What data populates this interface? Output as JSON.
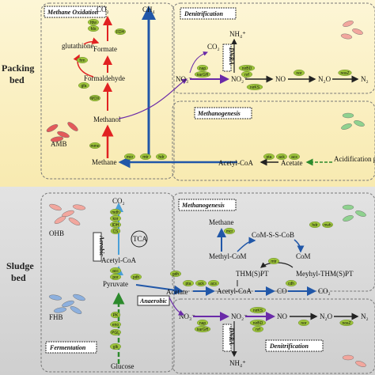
{
  "sections": {
    "packing": "Packing\nbed",
    "sludge": "Sludge\nbed"
  },
  "boxes": {
    "methane_oxidation": "Methane Oxidation",
    "denitrification_top": "Denitrification",
    "methanogenesis_top": "Methanogenesis",
    "methanogenesis_bottom": "Methanogenesis",
    "fermentation": "Fermentation",
    "denitrification_bottom": "Denitrification"
  },
  "top": {
    "co2": "CO₂",
    "ch4": "CH₄",
    "formate": "Formate",
    "glutathione": "glutathione",
    "formaldehyde": "Formaldehyde",
    "methanol": "Methanol",
    "methane": "Methane",
    "acetyl_coa": "Acetyl-CoA",
    "acetate": "Acetate",
    "acidification": "Acidification products",
    "amb": "AMB",
    "no3": "NO₃⁻",
    "no2": "NO₂⁻",
    "no": "NO",
    "n2o": "N₂O",
    "n2": "N₂",
    "nh4": "NH₄⁺",
    "co2_dn": "CO₂",
    "dnra": "DNRA"
  },
  "top_pills": {
    "fdw": "fdw",
    "fds": "fds",
    "fdh": "FDH",
    "frm": "frm",
    "gfa": "gfa",
    "mox": "MOX",
    "mmo": "mmo",
    "mcr": "mcr",
    "mtr": "mtr",
    "hdr": "hdr",
    "pta": "pta",
    "ack": "ack",
    "acs": "acs",
    "nap": "nap",
    "narGH": "narGH",
    "nirBD": "nirBD",
    "nrf": "nrf",
    "nirKS": "nirKS",
    "nor": "nor",
    "nosZ": "nosZ"
  },
  "bottom": {
    "ohb": "OHB",
    "fhb": "FHB",
    "co2": "CO₂",
    "tca": "TCA",
    "aerobic": "Aerobic",
    "anaerobic": "Anaerobic",
    "acetyl_coa": "Acetyl-CoA",
    "pyruvate": "Pyruvate",
    "glucose": "Glucose",
    "acetate": "Acetate",
    "acetyl_coa2": "Acetyl-CoA",
    "co": "CO",
    "co2_r": "CO₂",
    "methane": "Methane",
    "cossc": "CoM-S-S-CoB",
    "methyl_com": "Methyl-CoM",
    "com": "CoM",
    "thmspt": "THM(S)PT",
    "meyhyl": "Meyhyl-THM(S)PT",
    "no3": "NO₃⁻",
    "no2": "NO₂⁻",
    "no": "NO",
    "n2o": "N₂O",
    "n2": "N₂",
    "nh4": "NH₄⁺",
    "dnra": "DNRA"
  },
  "bottom_pills": {
    "mdh": "mdh",
    "kor": "kor",
    "idh": "IDH",
    "cs": "CS",
    "acc": "acc",
    "por": "por",
    "pdh": "pdh",
    "pk": "PK",
    "eno": "eno",
    "pgl": "PGL",
    "glk": "glk",
    "gdh": "gdh",
    "pta": "pta",
    "ack": "ack",
    "acs": "acs",
    "cdh": "cdh",
    "mcr": "mcr",
    "hdr": "hdr",
    "mvh": "mvh",
    "mtr": "mtr",
    "nap": "nap",
    "narGH": "narGH",
    "nirBD": "nirBD",
    "nrf": "nrf",
    "nirKS": "nirKS",
    "nor": "nor",
    "nosZ": "nosZ"
  },
  "colors": {
    "top_bg": "#fcf2c8",
    "bottom_bg": "#d9d9d9",
    "pill": "#9dc33a",
    "pill_blue": "#5a8ed0",
    "red": "#e12222",
    "blue": "#2157a8",
    "purple": "#6a2aa8"
  }
}
